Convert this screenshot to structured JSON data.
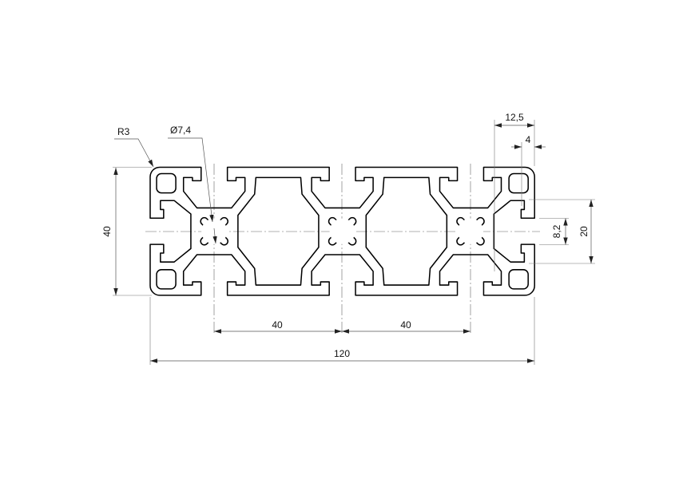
{
  "drawing": {
    "profile_size_mm": [
      120,
      40
    ],
    "colors": {
      "outline": "#000000",
      "dimension": "#555555",
      "centerline": "#666666"
    },
    "labels": {
      "radius": "R3",
      "bore_diameter": "Ø7,4",
      "height": "40",
      "pitch_1": "40",
      "pitch_2": "40",
      "overall_width": "120",
      "edge_to_slot": "12,5",
      "lip": "4",
      "slot_opening": "8,2",
      "slot_span": "20"
    }
  }
}
